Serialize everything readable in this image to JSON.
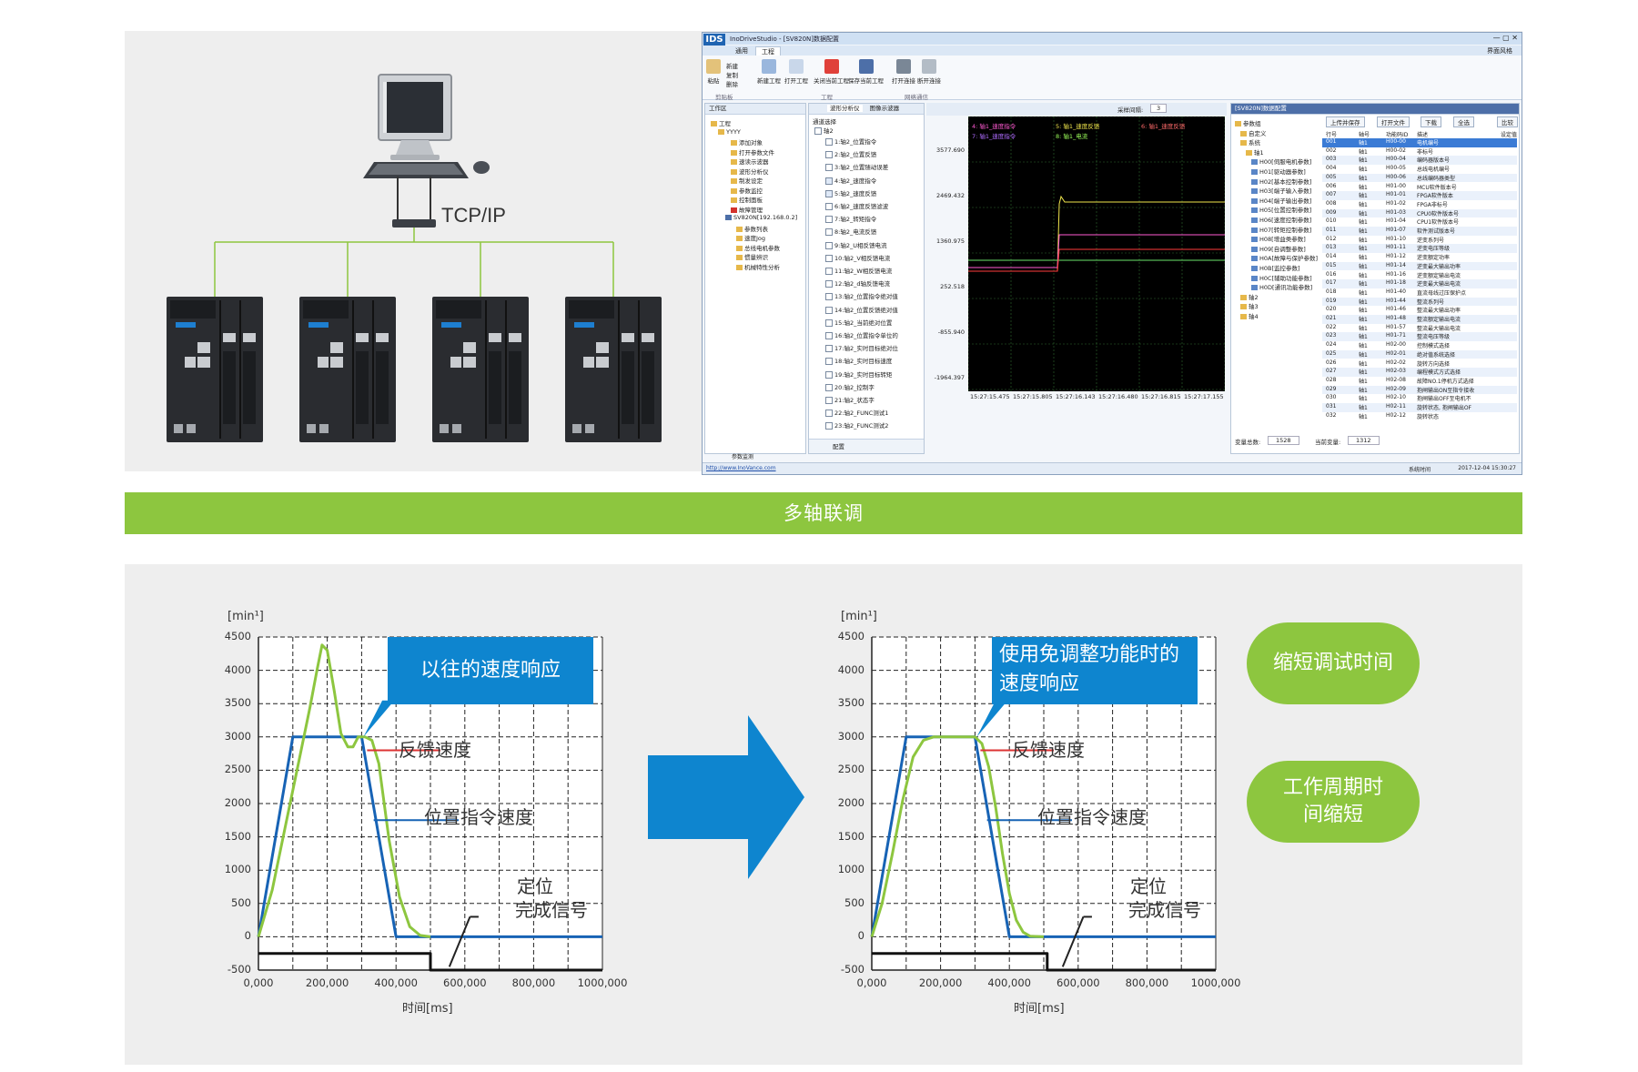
{
  "network": {
    "protocol_label": "TCP/IP",
    "drives": [
      "servo-drive-1",
      "servo-drive-2",
      "servo-drive-3",
      "servo-drive-4"
    ]
  },
  "software": {
    "logo": "IDS",
    "title": "InoDriveStudio - [SV820N]数据配置",
    "menu_tabs": [
      "通用",
      "工程"
    ],
    "top_right": "界面风格",
    "ribbon": {
      "clipboard": {
        "paste": "粘贴",
        "new": "新建",
        "copy": "复制",
        "delete": "删除",
        "group": "剪贴板"
      },
      "project": {
        "new_project": "新建工程",
        "open_project": "打开工程",
        "close_project": "关闭当前工程",
        "save_project": "保存当前工程",
        "group": "工程"
      },
      "network": {
        "connect": "打开连接",
        "disconnect": "断开连接",
        "group": "网络通信"
      }
    },
    "project_pane": {
      "title": "工作区",
      "items": [
        "工程",
        "YYYY",
        "添加对象",
        "打开参数文件",
        "速读示波器",
        "波形分析仪",
        "制发设定",
        "参数监控",
        "控制面板",
        "故障管理",
        "SV820N[192.168.0.2]",
        "参数列表",
        "速度Jog",
        "总线电机参数",
        "惯量辨识",
        "机械特性分析"
      ]
    },
    "channel_pane": {
      "tabs": [
        "波形分析仪",
        "图像示波器"
      ],
      "title": "通道选择",
      "root": "轴2",
      "channels": [
        "1:轴2_位置指令",
        "2:轴2_位置反馈",
        "3:轴2_位置随动误差",
        "4:轴2_速度指令",
        "5:轴2_速度反馈",
        "6:轴2_速度反馈滤波",
        "7:轴2_转矩指令",
        "8:轴2_电流反馈",
        "9:轴2_U相反馈电流",
        "10:轴2_V相反馈电流",
        "11:轴2_W相反馈电流",
        "12:轴2_d轴反馈电流",
        "13:轴2_位置指令绝对值",
        "14:轴2_位置反馈绝对值",
        "15:轴2_当前绝对位置",
        "16:轴2_位置指令单位的",
        "17:轴2_实时目标绝对位",
        "18:轴2_实时目标速度",
        "19:轴2_实时目标转矩",
        "20:轴2_控制字",
        "21:轴2_状态字",
        "22:轴2_FUNC测试1",
        "23:轴2_FUNC测试2"
      ],
      "footer": "配置"
    },
    "scope": {
      "sample_label": "采样间隔:",
      "sample_value": "3",
      "legend": [
        "4: 轴1_速度指令",
        "5: 轴1_速度反馈",
        "6: 轴1_速度反馈",
        "7: 轴1_速度指令",
        "8: 轴1_电流"
      ],
      "y_ticks": [
        "3577.690",
        "2469.432",
        "1360.975",
        "252.518",
        "-855.940",
        "-1964.397"
      ],
      "x_ticks": [
        "15:27:15.475",
        "15:27:15.805",
        "15:27:16.143",
        "15:27:16.480",
        "15:27:16.815",
        "15:27:17.155"
      ]
    },
    "param_pane": {
      "title": "[SV820N]数据配置",
      "tree": [
        "参数组",
        "自定义",
        "系统",
        "轴1",
        "H00[伺服电机参数]",
        "H01[驱动器参数]",
        "H02[基本控制参数]",
        "H03[端子输入参数]",
        "H04[端子输出参数]",
        "H05[位置控制参数]",
        "H06[速度控制参数]",
        "H07[转矩控制参数]",
        "H08[增益类参数]",
        "H09[自调整参数]",
        "H0A[故障与保护参数]",
        "H0B[监控参数]",
        "H0C[辅助功能参数]",
        "H0D[通讯功能参数]",
        "轴2",
        "轴3",
        "轴4"
      ],
      "buttons": [
        "上传并保存",
        "打开文件",
        "下载",
        "全选",
        "比较"
      ],
      "columns": [
        "行号",
        "轴号",
        "功能码ID",
        "描述",
        "设定值"
      ],
      "rows": [
        [
          "001",
          "轴1",
          "H00-00",
          "电机编号"
        ],
        [
          "002",
          "轴1",
          "H00-02",
          "非标号"
        ],
        [
          "003",
          "轴1",
          "H00-04",
          "编码器版本号"
        ],
        [
          "004",
          "轴1",
          "H00-05",
          "总线电机编号"
        ],
        [
          "005",
          "轴1",
          "H00-06",
          "总线编码器类型"
        ],
        [
          "006",
          "轴1",
          "H01-00",
          "MCU软件版本号"
        ],
        [
          "007",
          "轴1",
          "H01-01",
          "FPGA软件版本"
        ],
        [
          "008",
          "轴1",
          "H01-02",
          "FPGA非标号"
        ],
        [
          "009",
          "轴1",
          "H01-03",
          "CPU0软件版本号"
        ],
        [
          "010",
          "轴1",
          "H01-04",
          "CPU1软件版本号"
        ],
        [
          "011",
          "轴1",
          "H01-07",
          "软件测试版本号"
        ],
        [
          "012",
          "轴1",
          "H01-10",
          "逆变系列号"
        ],
        [
          "013",
          "轴1",
          "H01-11",
          "逆变电压等级"
        ],
        [
          "014",
          "轴1",
          "H01-12",
          "逆变额定功率"
        ],
        [
          "015",
          "轴1",
          "H01-14",
          "逆变最大输出功率"
        ],
        [
          "016",
          "轴1",
          "H01-16",
          "逆变额定输出电流"
        ],
        [
          "017",
          "轴1",
          "H01-18",
          "逆变最大输出电流"
        ],
        [
          "018",
          "轴1",
          "H01-40",
          "直流母线过压保护点"
        ],
        [
          "019",
          "轴1",
          "H01-44",
          "整流系列号"
        ],
        [
          "020",
          "轴1",
          "H01-46",
          "整流最大输出功率"
        ],
        [
          "021",
          "轴1",
          "H01-48",
          "整流额定输出电流"
        ],
        [
          "022",
          "轴1",
          "H01-57",
          "整流最大输出电流"
        ],
        [
          "023",
          "轴1",
          "H01-71",
          "整流电压等级"
        ],
        [
          "024",
          "轴1",
          "H02-00",
          "控制模式选择"
        ],
        [
          "025",
          "轴1",
          "H02-01",
          "绝对值系统选择"
        ],
        [
          "026",
          "轴1",
          "H02-02",
          "旋转方向选择"
        ],
        [
          "027",
          "轴1",
          "H02-03",
          "编程模式方式选择"
        ],
        [
          "028",
          "轴1",
          "H02-08",
          "故障NO.1停机方式选择"
        ],
        [
          "029",
          "轴1",
          "H02-09",
          "抱闸输出ON至指令接收"
        ],
        [
          "030",
          "轴1",
          "H02-10",
          "抱闸输出OFF至电机不"
        ],
        [
          "031",
          "轴1",
          "H02-11",
          "旋转状态, 抱闸输出OF"
        ],
        [
          "032",
          "轴1",
          "H02-12",
          "旋转状态"
        ]
      ],
      "total_label": "变量总数:",
      "total_value": "1528",
      "current_label": "当前变量:",
      "current_value": "1312"
    },
    "bottom_tabs": [
      "参数监测"
    ],
    "status": {
      "url": "http://www.InoVance.com",
      "time_label": "系统时间",
      "time_value": "2017-12-04 15:30:27"
    }
  },
  "banner": "多轴联调",
  "colors": {
    "green": "#8dc63f",
    "blue": "#0e85cf",
    "command_line": "#1763b5",
    "feedback_line": "#8dc63f"
  },
  "chart_data": [
    {
      "type": "line",
      "unit_label": "[min¹]",
      "xlabel": "时间[ms]",
      "ylim": [
        -500,
        4500
      ],
      "xlim": [
        0,
        1000
      ],
      "y_ticks": [
        "4500",
        "4000",
        "3500",
        "3000",
        "2500",
        "2000",
        "1500",
        "1000",
        "500",
        "0",
        "-500"
      ],
      "x_ticks": [
        "0,000",
        "200,000",
        "400,000",
        "600,000",
        "800,000",
        "1000,000"
      ],
      "callout": "以往的速度响应",
      "series": [
        {
          "name": "位置指令速度",
          "x": [
            0,
            100,
            300,
            400,
            1000
          ],
          "y": [
            0,
            3000,
            3000,
            0,
            0
          ]
        },
        {
          "name": "反馈速度",
          "x": [
            0,
            40,
            80,
            120,
            150,
            170,
            185,
            200,
            220,
            240,
            260,
            275,
            290,
            310,
            330,
            350,
            380,
            410,
            440,
            470,
            500
          ],
          "y": [
            0,
            700,
            1700,
            2700,
            3450,
            4000,
            4380,
            4300,
            3700,
            3050,
            2850,
            2850,
            3000,
            3000,
            2950,
            2600,
            1450,
            600,
            150,
            20,
            0
          ]
        },
        {
          "name": "定位完成信号",
          "x": [
            0,
            500,
            500,
            1000
          ],
          "y": [
            -250,
            -250,
            -500,
            -500
          ]
        }
      ],
      "annotations": [
        "反馈速度",
        "位置指令速度",
        "定位",
        "完成信号"
      ]
    },
    {
      "type": "line",
      "unit_label": "[min¹]",
      "xlabel": "时间[ms]",
      "ylim": [
        -500,
        4500
      ],
      "xlim": [
        0,
        1000
      ],
      "y_ticks": [
        "4500",
        "4000",
        "3500",
        "3000",
        "2500",
        "2000",
        "1500",
        "1000",
        "500",
        "0",
        "-500"
      ],
      "x_ticks": [
        "0,000",
        "200,000",
        "400,000",
        "600,000",
        "800,000",
        "1000,000"
      ],
      "callout": "使用免调整功能时的速度响应",
      "series": [
        {
          "name": "位置指令速度",
          "x": [
            0,
            100,
            300,
            400,
            1000
          ],
          "y": [
            0,
            3000,
            3000,
            0,
            0
          ]
        },
        {
          "name": "反馈速度",
          "x": [
            0,
            30,
            60,
            90,
            120,
            150,
            180,
            300,
            320,
            340,
            360,
            380,
            400,
            420,
            440,
            460,
            500
          ],
          "y": [
            0,
            500,
            1250,
            2050,
            2700,
            2950,
            3000,
            3000,
            2900,
            2550,
            1950,
            1250,
            650,
            250,
            70,
            10,
            0
          ]
        },
        {
          "name": "定位完成信号",
          "x": [
            0,
            510,
            510,
            1000
          ],
          "y": [
            -250,
            -250,
            -500,
            -500
          ]
        }
      ],
      "annotations": [
        "反馈速度",
        "位置指令速度",
        "定位",
        "完成信号"
      ]
    }
  ],
  "benefits": [
    "缩短调试时间",
    "工作周期时间缩短"
  ]
}
